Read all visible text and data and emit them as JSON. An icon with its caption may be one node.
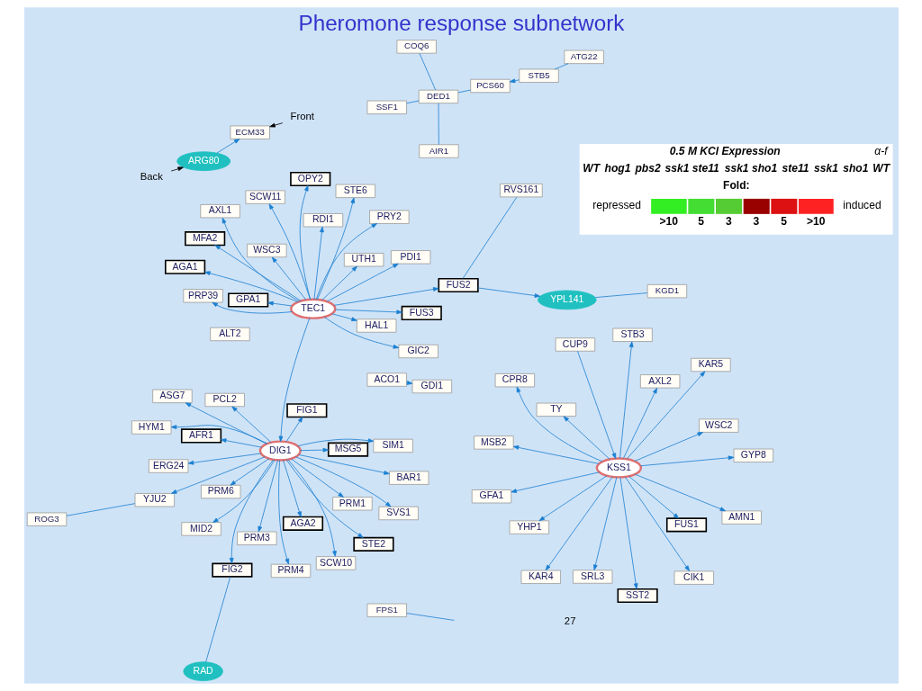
{
  "diagram": {
    "title": "Pheromone response subnetwork",
    "nodes": [
      {
        "text": [
          "Back"
        ]
      },
      {
        "text": [
          "Front"
        ]
      },
      {
        "text": [
          "ARG80"
        ]
      },
      {
        "text": [
          "ECM33"
        ]
      },
      {
        "text": [
          "RAD"
        ]
      },
      {
        "text": [
          "FPS1"
        ]
      },
      {
        "text": [
          "ACO1"
        ]
      },
      {
        "text": [
          "ALT2"
        ]
      },
      {
        "text": [
          "GFA1"
        ]
      },
      {
        "text": [
          "WSC2"
        ]
      },
      {
        "text": [
          "KSS1"
        ]
      },
      {
        "text": [
          "CUP9"
        ]
      },
      {
        "text": [
          "AXL2"
        ]
      },
      {
        "text": [
          "TY"
        ]
      },
      {
        "text": [
          "KAR4"
        ]
      },
      {
        "text": [
          "GDI1"
        ]
      },
      {
        "text": [
          "AMN1"
        ]
      },
      {
        "text": [
          "YHP1"
        ]
      },
      {
        "text": [
          "SST2"
        ]
      },
      {
        "text": [
          "SRL3"
        ]
      },
      {
        "text": [
          "MSB2"
        ]
      },
      {
        "text": [
          "GYP8"
        ]
      },
      {
        "text": [
          "KAR5"
        ]
      },
      {
        "text": [
          "STB3"
        ]
      },
      {
        "text": [
          "FUS1"
        ]
      },
      {
        "text": [
          "SVS1"
        ]
      },
      {
        "text": [
          "CIK1"
        ]
      },
      {
        "text": [
          "CPR8"
        ]
      },
      {
        "text": [
          "FIG2"
        ]
      },
      {
        "text": [
          "PCL2"
        ]
      },
      {
        "text": [
          "PRM1"
        ]
      },
      {
        "text": [
          "PRM6"
        ]
      },
      {
        "text": [
          "MID2"
        ]
      },
      {
        "text": [
          "DIG1"
        ]
      },
      {
        "text": [
          "PRM3"
        ]
      },
      {
        "text": [
          "SCW10"
        ]
      },
      {
        "text": [
          "PRM4"
        ]
      },
      {
        "text": [
          "ERG24"
        ]
      },
      {
        "text": [
          "YJU2"
        ]
      },
      {
        "text": [
          "BAR1"
        ]
      },
      {
        "text": [
          "FIG1"
        ]
      },
      {
        "text": [
          "AGA2"
        ]
      },
      {
        "text": [
          "STE2"
        ]
      },
      {
        "text": [
          "ASG7"
        ]
      },
      {
        "text": [
          "HYM1"
        ]
      },
      {
        "text": [
          "AFR1"
        ]
      },
      {
        "text": [
          "GPA1"
        ]
      },
      {
        "text": [
          "PRP39"
        ]
      },
      {
        "text": [
          "MSG5"
        ]
      },
      {
        "text": [
          "SIM1"
        ]
      },
      {
        "text": [
          "RDI1"
        ]
      },
      {
        "text": [
          "GIC2"
        ]
      },
      {
        "text": [
          "PDI1"
        ]
      },
      {
        "text": [
          "WSC3"
        ]
      },
      {
        "text": [
          "FUS2"
        ]
      },
      {
        "text": [
          "FUS3"
        ]
      },
      {
        "text": [
          "TEC1"
        ]
      },
      {
        "text": [
          "UTH1"
        ]
      },
      {
        "text": [
          "YPL141"
        ]
      },
      {
        "text": [
          "SCW11"
        ]
      },
      {
        "text": [
          "PRY2"
        ]
      },
      {
        "text": [
          "HAL1"
        ]
      },
      {
        "text": [
          "RVS161"
        ]
      },
      {
        "text": [
          "STE6"
        ]
      },
      {
        "text": [
          "MFA2"
        ]
      },
      {
        "text": [
          "AGA1"
        ]
      },
      {
        "text": [
          "OPY2"
        ]
      },
      {
        "text": [
          "AXL1"
        ]
      },
      {
        "text": [
          "ROG3"
        ]
      },
      {
        "text": [
          "KGD1"
        ]
      },
      {
        "text": [
          "SSF1"
        ]
      },
      {
        "text": [
          "STB5"
        ]
      },
      {
        "text": [
          "PCS60"
        ]
      },
      {
        "text": [
          "ATG22"
        ]
      },
      {
        "text": [
          "DED1"
        ]
      },
      {
        "text": [
          "COQ6"
        ]
      },
      {
        "text": [
          "AIR1"
        ]
      }
    ],
    "edges": [
      {
        "from": 0,
        "to": 2,
        "arrow": "to",
        "color": "#000000"
      },
      {
        "from": 1,
        "to": 3,
        "arrow": "to",
        "color": "#000000"
      },
      {
        "from": 2,
        "to": 3,
        "arrow": "to"
      },
      {
        "from": 5,
        "to": null,
        "arrow": "none"
      },
      {
        "from": 6,
        "to": 15,
        "arrow": "to"
      },
      {
        "from": 11,
        "to": 10,
        "arrow": "to"
      },
      {
        "from": 10,
        "to": 8,
        "arrow": "to"
      },
      {
        "from": 10,
        "to": 9,
        "arrow": "to"
      },
      {
        "from": 10,
        "to": 12,
        "arrow": "to"
      },
      {
        "from": 10,
        "to": 13,
        "arrow": "to"
      },
      {
        "from": 10,
        "to": 14,
        "arrow": "to"
      },
      {
        "from": 10,
        "to": 16,
        "arrow": "to"
      },
      {
        "from": 10,
        "to": 17,
        "arrow": "to"
      },
      {
        "from": 10,
        "to": 18,
        "arrow": "to"
      },
      {
        "from": 10,
        "to": 19,
        "arrow": "to"
      },
      {
        "from": 10,
        "to": 20,
        "arrow": "to"
      },
      {
        "from": 10,
        "to": 21,
        "arrow": "to"
      },
      {
        "from": 10,
        "to": 22,
        "arrow": "to"
      },
      {
        "from": 10,
        "to": 23,
        "arrow": "to"
      },
      {
        "from": 10,
        "to": 24,
        "arrow": "to"
      },
      {
        "from": 10,
        "to": 26,
        "arrow": "to"
      },
      {
        "from": 10,
        "to": 27,
        "arrow": "to"
      },
      {
        "from": 33,
        "to": 25,
        "arrow": "to"
      },
      {
        "from": 33,
        "to": 28,
        "arrow": "to"
      },
      {
        "from": 33,
        "to": 29,
        "arrow": "to"
      },
      {
        "from": 33,
        "to": 30,
        "arrow": "to"
      },
      {
        "from": 33,
        "to": 31,
        "arrow": "to"
      },
      {
        "from": 33,
        "to": 32,
        "arrow": "to"
      },
      {
        "from": 33,
        "to": 34,
        "arrow": "to"
      },
      {
        "from": 33,
        "to": 35,
        "arrow": "to"
      },
      {
        "from": 33,
        "to": 36,
        "arrow": "to"
      },
      {
        "from": 33,
        "to": 37,
        "arrow": "to"
      },
      {
        "from": 33,
        "to": 38,
        "arrow": "to"
      },
      {
        "from": 33,
        "to": 39,
        "arrow": "to"
      },
      {
        "from": 33,
        "to": 40,
        "arrow": "to"
      },
      {
        "from": 33,
        "to": 41,
        "arrow": "to"
      },
      {
        "from": 33,
        "to": 42,
        "arrow": "to"
      },
      {
        "from": 33,
        "to": 43,
        "arrow": "to"
      },
      {
        "from": 33,
        "to": 44,
        "arrow": "to"
      },
      {
        "from": 33,
        "to": 45,
        "arrow": "to"
      },
      {
        "from": 33,
        "to": 48,
        "arrow": "to"
      },
      {
        "from": 33,
        "to": 49,
        "arrow": "to"
      },
      {
        "from": 56,
        "to": 33,
        "arrow": "to"
      },
      {
        "from": 56,
        "to": 46,
        "arrow": "to"
      },
      {
        "from": 56,
        "to": 47,
        "arrow": "to"
      },
      {
        "from": 56,
        "to": 50,
        "arrow": "to"
      },
      {
        "from": 56,
        "to": 51,
        "arrow": "to"
      },
      {
        "from": 56,
        "to": 52,
        "arrow": "to"
      },
      {
        "from": 56,
        "to": 53,
        "arrow": "to"
      },
      {
        "from": 56,
        "to": 54,
        "arrow": "to"
      },
      {
        "from": 56,
        "to": 55,
        "arrow": "to"
      },
      {
        "from": 56,
        "to": 57,
        "arrow": "to"
      },
      {
        "from": 56,
        "to": 59,
        "arrow": "to"
      },
      {
        "from": 56,
        "to": 60,
        "arrow": "to"
      },
      {
        "from": 56,
        "to": 61,
        "arrow": "to"
      },
      {
        "from": 56,
        "to": 63,
        "arrow": "to"
      },
      {
        "from": 56,
        "to": 64,
        "arrow": "to"
      },
      {
        "from": 56,
        "to": 65,
        "arrow": "to"
      },
      {
        "from": 56,
        "to": 66,
        "arrow": "to"
      },
      {
        "from": 56,
        "to": 67,
        "arrow": "to"
      },
      {
        "from": 54,
        "to": 58,
        "arrow": "to"
      },
      {
        "from": 62,
        "to": 54,
        "arrow": "none"
      },
      {
        "from": 38,
        "to": 68,
        "arrow": "none"
      },
      {
        "from": 58,
        "to": 69,
        "arrow": "none"
      },
      {
        "from": 71,
        "to": 72,
        "arrow": "to"
      },
      {
        "from": 71,
        "to": 73,
        "arrow": "none"
      },
      {
        "from": 70,
        "to": 74,
        "arrow": "none"
      },
      {
        "from": 74,
        "to": 72,
        "arrow": "none"
      },
      {
        "from": 74,
        "to": 75,
        "arrow": "none"
      },
      {
        "from": 74,
        "to": 76,
        "arrow": "none"
      },
      {
        "from": 4,
        "to": 28,
        "arrow": "none"
      }
    ],
    "labels": [
      "0.5 M KCl Expression",
      "α-f",
      "WT",
      "hog1",
      "pbs2",
      "ssk1 ste11",
      "ssk1 sho1",
      "ste11",
      "ssk1",
      "sho1",
      "WT",
      "Fold:",
      "repressed",
      "induced",
      "27"
    ],
    "legend": [
      {
        "text": ">10",
        "color": "#33ee22"
      },
      {
        "text": "5",
        "color": "#44dd33"
      },
      {
        "text": "3",
        "color": "#55cc33"
      },
      {
        "text": "3",
        "color": "#990000"
      },
      {
        "text": "5",
        "color": "#dd1111"
      },
      {
        "text": ">10",
        "color": "#ff2222"
      }
    ]
  }
}
